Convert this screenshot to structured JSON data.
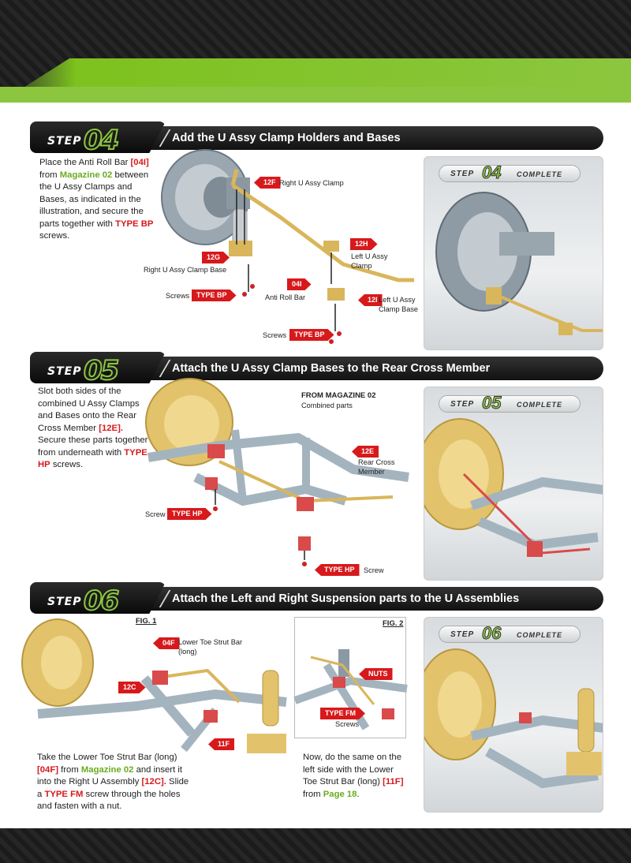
{
  "step04": {
    "word": "STEP",
    "num": "04",
    "title": "Add the U Assy Clamp Holders and Bases",
    "text": {
      "p1": "Place the Anti Roll Bar",
      "r1": "[04I]",
      "p2": "from",
      "g1": "Magazine 02",
      "p3": "between the U Assy Clamps and Bases, as indicated in the illustration, and secure the parts together with",
      "r2": "TYPE BP",
      "p4": "screws."
    },
    "tags": {
      "t12f": "12F",
      "t12g": "12G",
      "t12h": "12H",
      "t04i": "04I",
      "t12i": "12I",
      "bp1": "TYPE BP",
      "bp2": "TYPE BP"
    },
    "labels": {
      "l12f": "Right U Assy Clamp",
      "l12g": "Right U Assy Clamp Base",
      "l12h1": "Left U Assy",
      "l12h2": "Clamp",
      "l04i": "Anti Roll Bar",
      "l12i1": "Left U Assy",
      "l12i2": "Clamp Base",
      "screws1": "Screws",
      "screws2": "Screws"
    },
    "complete": {
      "step": "STEP",
      "num": "04",
      "word": "COMPLETE"
    }
  },
  "step05": {
    "word": "STEP",
    "num": "05",
    "title": "Attach the U Assy Clamp Bases to the Rear Cross Member",
    "text": {
      "p1": "Slot both sides of the combined U Assy Clamps and Bases onto the Rear Cross Member",
      "r1": "[12E].",
      "p2": "Secure these parts together from underneath with",
      "r2": "TYPE HP",
      "p3": "screws."
    },
    "from_mag": "FROM MAGAZINE 02",
    "combined": "Combined parts",
    "tags": {
      "t12e": "12E",
      "hp1": "TYPE HP",
      "hp2": "TYPE HP"
    },
    "labels": {
      "rcm1": "Rear Cross",
      "rcm2": "Member",
      "screw1": "Screw",
      "screw2": "Screw"
    },
    "complete": {
      "step": "STEP",
      "num": "05",
      "word": "COMPLETE"
    }
  },
  "step06": {
    "word": "STEP",
    "num": "06",
    "title": "Attach the Left and Right Suspension parts to the U Assemblies",
    "fig1": "FIG. 1",
    "fig2": "FIG. 2",
    "tags": {
      "t04f": "04F",
      "t12c": "12C",
      "t11f": "11F",
      "nuts": "NUTS",
      "fm": "TYPE FM"
    },
    "labels": {
      "l04f1": "Lower Toe Strut Bar",
      "l04f2": "(long)",
      "screws": "Screws"
    },
    "text1": {
      "p1": "Take the Lower Toe Strut Bar (long)",
      "r1": "[04F]",
      "p2": "from",
      "g1": "Magazine 02",
      "p3": "and insert it into the Right U Assembly",
      "r2": "[12C].",
      "p4": "Slide a",
      "r3": "TYPE FM",
      "p5": "screw through the holes and fasten with a nut."
    },
    "text2": {
      "p1": "Now, do the same on the left side with the Lower Toe Strut Bar (long)",
      "r1": "[11F]",
      "p2": "from",
      "g1": "Page 18",
      "p3": "."
    },
    "complete": {
      "step": "STEP",
      "num": "06",
      "word": "COMPLETE"
    }
  },
  "colors": {
    "accent_green": "#8cc63f",
    "tag_red": "#d7191c",
    "part_gold": "#d9b65b",
    "frame_gray": "#8fa0ac"
  }
}
